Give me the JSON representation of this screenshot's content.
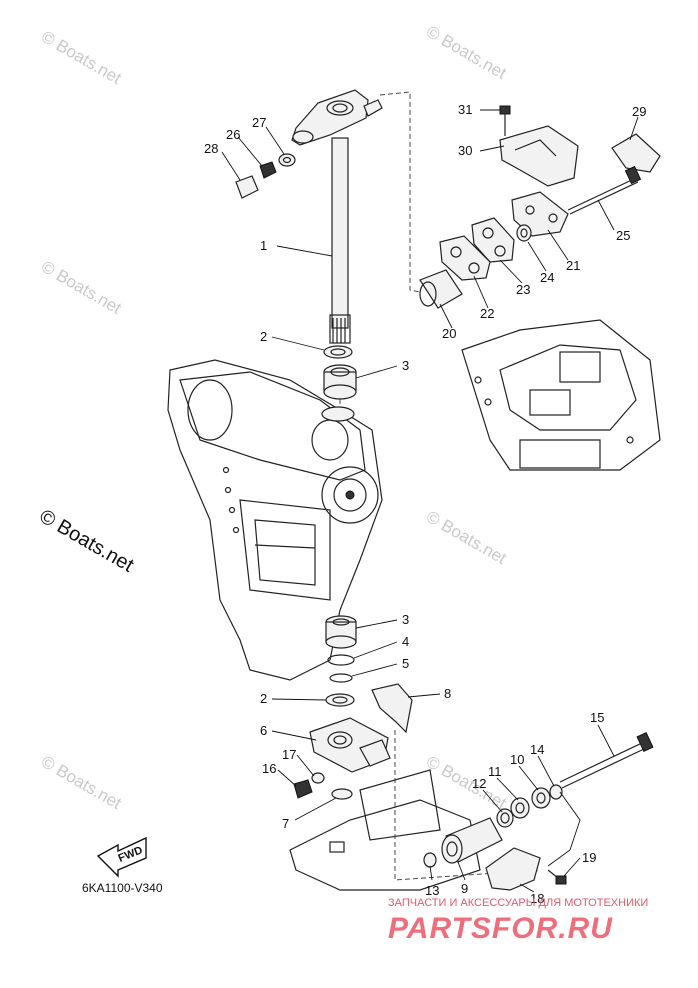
{
  "diagram": {
    "code": "6KA1100-V340",
    "fwd_label": "FWD",
    "watermark": "© Boats.net",
    "brand_subtitle": "ЗАПЧАСТИ И АКСЕССУАРЫ ДЛЯ МОТОТЕХНИКИ",
    "brand_name": "PARTSFOR.RU",
    "callouts": [
      {
        "id": "c1",
        "text": "1"
      },
      {
        "id": "c2a",
        "text": "2"
      },
      {
        "id": "c3a",
        "text": "3"
      },
      {
        "id": "c3b",
        "text": "3"
      },
      {
        "id": "c4",
        "text": "4"
      },
      {
        "id": "c5",
        "text": "5"
      },
      {
        "id": "c2b",
        "text": "2"
      },
      {
        "id": "c8",
        "text": "8"
      },
      {
        "id": "c6",
        "text": "6"
      },
      {
        "id": "c17",
        "text": "17"
      },
      {
        "id": "c16",
        "text": "16"
      },
      {
        "id": "c7",
        "text": "7"
      },
      {
        "id": "c15",
        "text": "15"
      },
      {
        "id": "c14",
        "text": "14"
      },
      {
        "id": "c10",
        "text": "10"
      },
      {
        "id": "c11",
        "text": "11"
      },
      {
        "id": "c12",
        "text": "12"
      },
      {
        "id": "c19",
        "text": "19"
      },
      {
        "id": "c13",
        "text": "13"
      },
      {
        "id": "c9",
        "text": "9"
      },
      {
        "id": "c18",
        "text": "18"
      },
      {
        "id": "c28",
        "text": "28"
      },
      {
        "id": "c26",
        "text": "26"
      },
      {
        "id": "c27",
        "text": "27"
      },
      {
        "id": "c31",
        "text": "31"
      },
      {
        "id": "c30",
        "text": "30"
      },
      {
        "id": "c29",
        "text": "29"
      },
      {
        "id": "c25",
        "text": "25"
      },
      {
        "id": "c21",
        "text": "21"
      },
      {
        "id": "c24",
        "text": "24"
      },
      {
        "id": "c23",
        "text": "23"
      },
      {
        "id": "c22",
        "text": "22"
      },
      {
        "id": "c20",
        "text": "20"
      }
    ]
  }
}
